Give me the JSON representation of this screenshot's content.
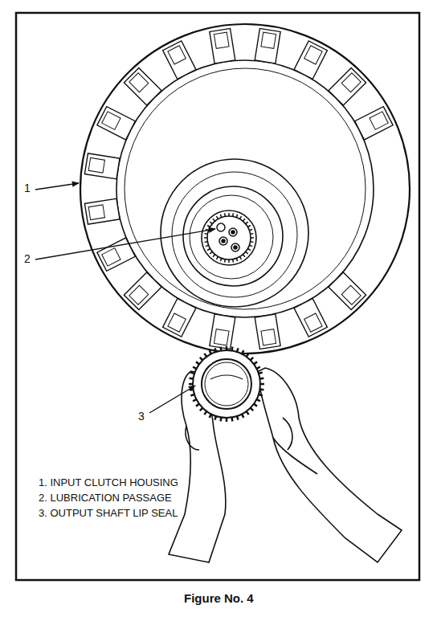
{
  "diagram": {
    "caption": "Figure No. 4",
    "labels": [
      "1",
      "2",
      "3",
      "1. INPUT CLUTCH HOUSING",
      "2. LUBRICATION PASSAGE",
      "3. OUTPUT SHAFT LIP SEAL"
    ]
  }
}
